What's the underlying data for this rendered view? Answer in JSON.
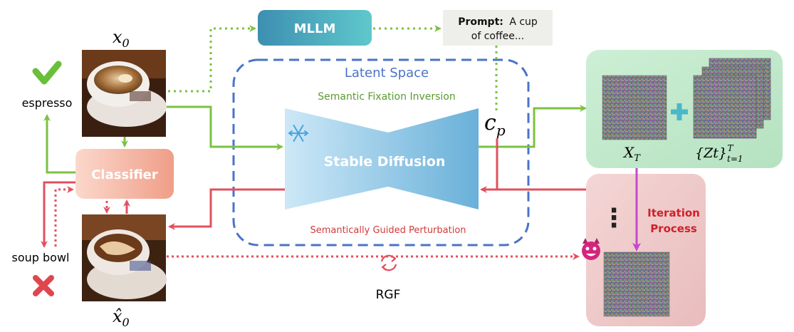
{
  "diagram": {
    "mllm": "MLLM",
    "prompt_label": "Prompt:",
    "prompt_text_line1": "A cup",
    "prompt_text_line2": "of coffee...",
    "latent_space": "Latent Space",
    "semantic_fixation_inversion": "Semantic Fixation Inversion",
    "semantically_guided_perturbation": "Semantically Guided Perturbation",
    "stable_diffusion": "Stable Diffusion",
    "classifier": "Classifier",
    "label_espresso": "espresso",
    "label_soup_bowl": "soup bowl",
    "rgf": "RGF",
    "iteration_process_line1": "Iteration",
    "iteration_process_line2": "Process",
    "x0": "x",
    "x0_sub": "0",
    "x0_hat": "x̂",
    "x0_hat_sub": "0",
    "cp": "c",
    "cp_sub": "p",
    "xt": "X",
    "xt_sub": "T",
    "zt": "{Zt}",
    "zt_sup": "T",
    "zt_sub": "t=1",
    "dots": "⋮"
  },
  "colors": {
    "green_arrow": "#7cc242",
    "red_arrow": "#e2505f",
    "blue_dash": "#4a73c9",
    "mllm_start": "#3d8fb0",
    "mllm_end": "#5fc8cc",
    "diffusion_start": "#c9e6f7",
    "diffusion_end": "#6ab2da",
    "classifier": "#f0a490",
    "green_panel": "#c6ebcf",
    "red_panel": "#efc9c9",
    "purple_arrow": "#c54ac9",
    "plus": "#4bb8c9",
    "check": "#6abf3a",
    "cross": "#e0464e"
  },
  "icons": {
    "check": "check-icon",
    "cross": "cross-icon",
    "snowflake": "snowflake-icon",
    "devil": "devil-icon",
    "cycle": "cycle-arrows-icon"
  }
}
